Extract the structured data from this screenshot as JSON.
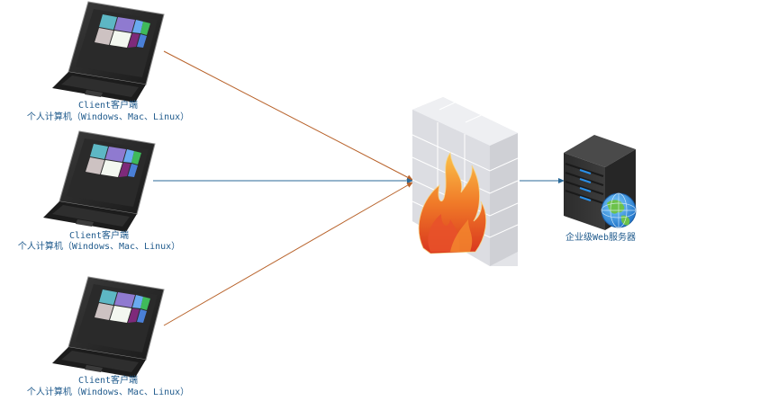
{
  "diagram": {
    "title": "",
    "clients": [
      {
        "name": "Client客户端",
        "description": "个人计算机（Windows、Mac、Linux）"
      },
      {
        "name": "Client客户端",
        "description": "个人计算机（Windows、Mac、Linux）"
      },
      {
        "name": "Client客户端",
        "description": "个人计算机（Windows、Mac、Linux）"
      }
    ],
    "firewall": {
      "label": "",
      "icon": "firewall-icon"
    },
    "server": {
      "label": "企业级Web服务器",
      "icon": "server-globe-icon"
    },
    "connections": [
      {
        "from": "client-1",
        "to": "firewall",
        "color": "#b8622a"
      },
      {
        "from": "client-2",
        "to": "firewall",
        "color": "#2b6a99"
      },
      {
        "from": "client-3",
        "to": "firewall",
        "color": "#b8622a"
      },
      {
        "from": "firewall",
        "to": "server",
        "color": "#2b6a99"
      }
    ],
    "colors": {
      "label_text": "#1f5a8c",
      "line_blue": "#2b6a99",
      "line_orange": "#b8622a"
    }
  }
}
